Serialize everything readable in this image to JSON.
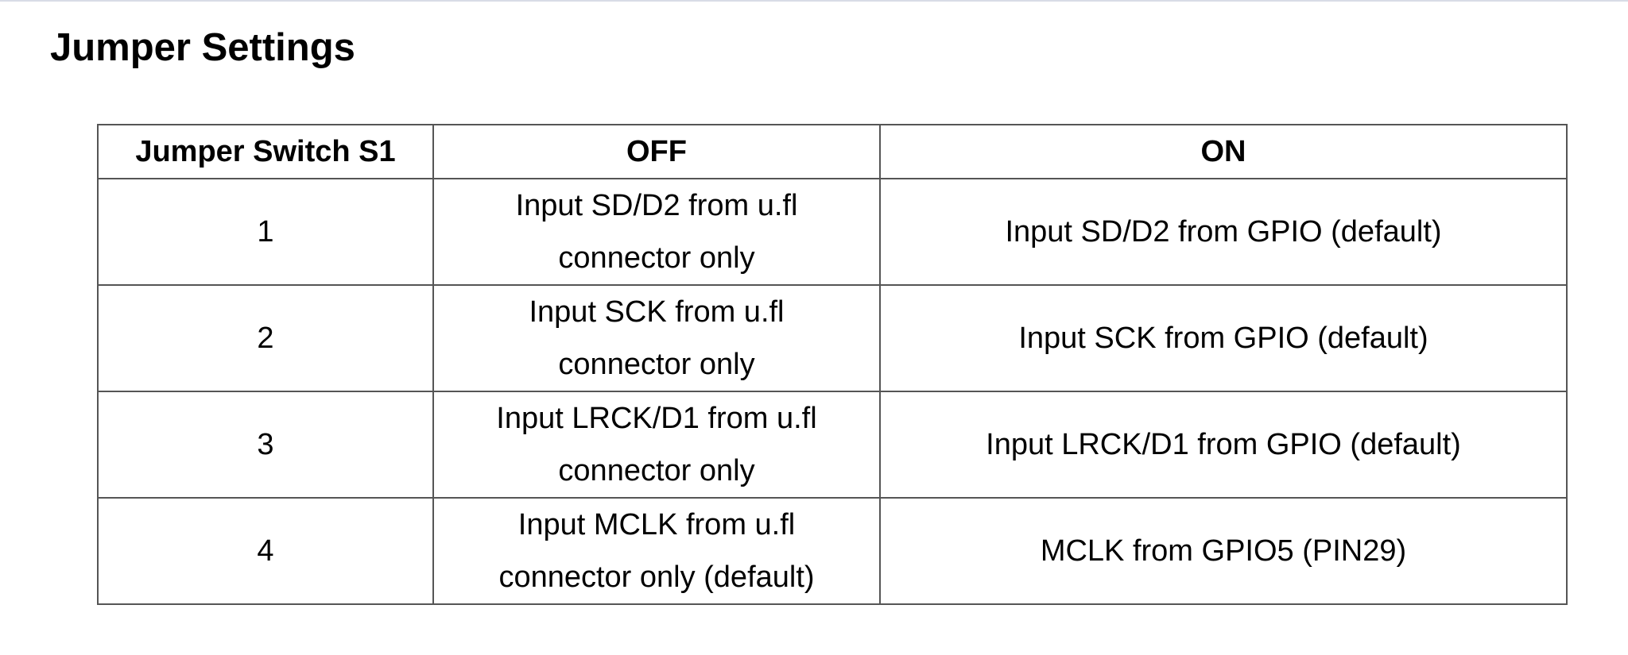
{
  "document": {
    "title": "Jumper Settings"
  },
  "table": {
    "headers": [
      "Jumper Switch S1",
      "OFF",
      "ON"
    ],
    "rows": [
      {
        "switch": "1",
        "off": "Input SD/D2 from u.fl connector only",
        "on": "Input SD/D2 from GPIO (default)"
      },
      {
        "switch": "2",
        "off": "Input SCK from u.fl connector only",
        "on": "Input SCK from GPIO (default)"
      },
      {
        "switch": "3",
        "off": "Input LRCK/D1 from u.fl connector only",
        "on": "Input LRCK/D1 from GPIO (default)"
      },
      {
        "switch": "4",
        "off": "Input MCLK from u.fl connector only (default)",
        "on": "MCLK from GPIO5 (PIN29)"
      }
    ]
  }
}
